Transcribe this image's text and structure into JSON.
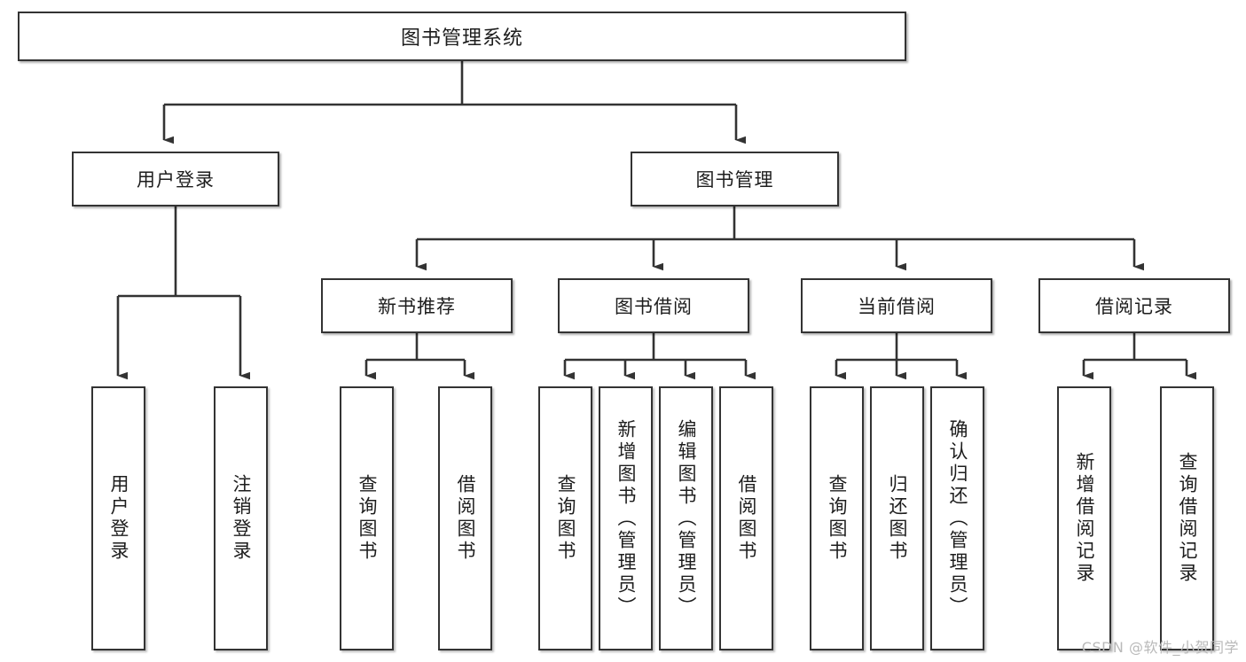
{
  "diagram": {
    "type": "tree-hierarchy-chart",
    "root": {
      "label": "图书管理系统"
    },
    "level2": [
      {
        "id": "user-login",
        "label": "用户登录"
      },
      {
        "id": "book-manage",
        "label": "图书管理"
      }
    ],
    "level3": [
      {
        "id": "new-book-recommend",
        "label": "新书推荐",
        "parent": "book-manage"
      },
      {
        "id": "book-borrow",
        "label": "图书借阅",
        "parent": "book-manage"
      },
      {
        "id": "current-borrow",
        "label": "当前借阅",
        "parent": "book-manage"
      },
      {
        "id": "borrow-record",
        "label": "借阅记录",
        "parent": "book-manage"
      }
    ],
    "leaves": [
      {
        "id": "leaf-user-login",
        "label": "用户登录",
        "parent": "user-login"
      },
      {
        "id": "leaf-user-logout",
        "label": "注销登录",
        "parent": "user-login"
      },
      {
        "id": "leaf-query-book-1",
        "label": "查询图书",
        "parent": "new-book-recommend"
      },
      {
        "id": "leaf-borrow-book-1",
        "label": "借阅图书",
        "parent": "new-book-recommend"
      },
      {
        "id": "leaf-query-book-2",
        "label": "查询图书",
        "parent": "book-borrow"
      },
      {
        "id": "leaf-add-book",
        "label": "新增图书（管理员）",
        "parent": "book-borrow"
      },
      {
        "id": "leaf-edit-book",
        "label": "编辑图书（管理员）",
        "parent": "book-borrow"
      },
      {
        "id": "leaf-borrow-book-2",
        "label": "借阅图书",
        "parent": "book-borrow"
      },
      {
        "id": "leaf-query-book-3",
        "label": "查询图书",
        "parent": "current-borrow"
      },
      {
        "id": "leaf-return-book",
        "label": "归还图书",
        "parent": "current-borrow"
      },
      {
        "id": "leaf-confirm-return",
        "label": "确认归还（管理员）",
        "parent": "current-borrow"
      },
      {
        "id": "leaf-add-record",
        "label": "新增借阅记录",
        "parent": "borrow-record"
      },
      {
        "id": "leaf-query-record",
        "label": "查询借阅记录",
        "parent": "borrow-record"
      }
    ],
    "colors": {
      "box_border": "#333333",
      "box_fill": "#ffffff",
      "connector": "#333333",
      "text": "#1d1d1d",
      "watermark": "#b9b9b9"
    }
  },
  "watermark": {
    "text": "CSDN @软件_小贺同学"
  }
}
